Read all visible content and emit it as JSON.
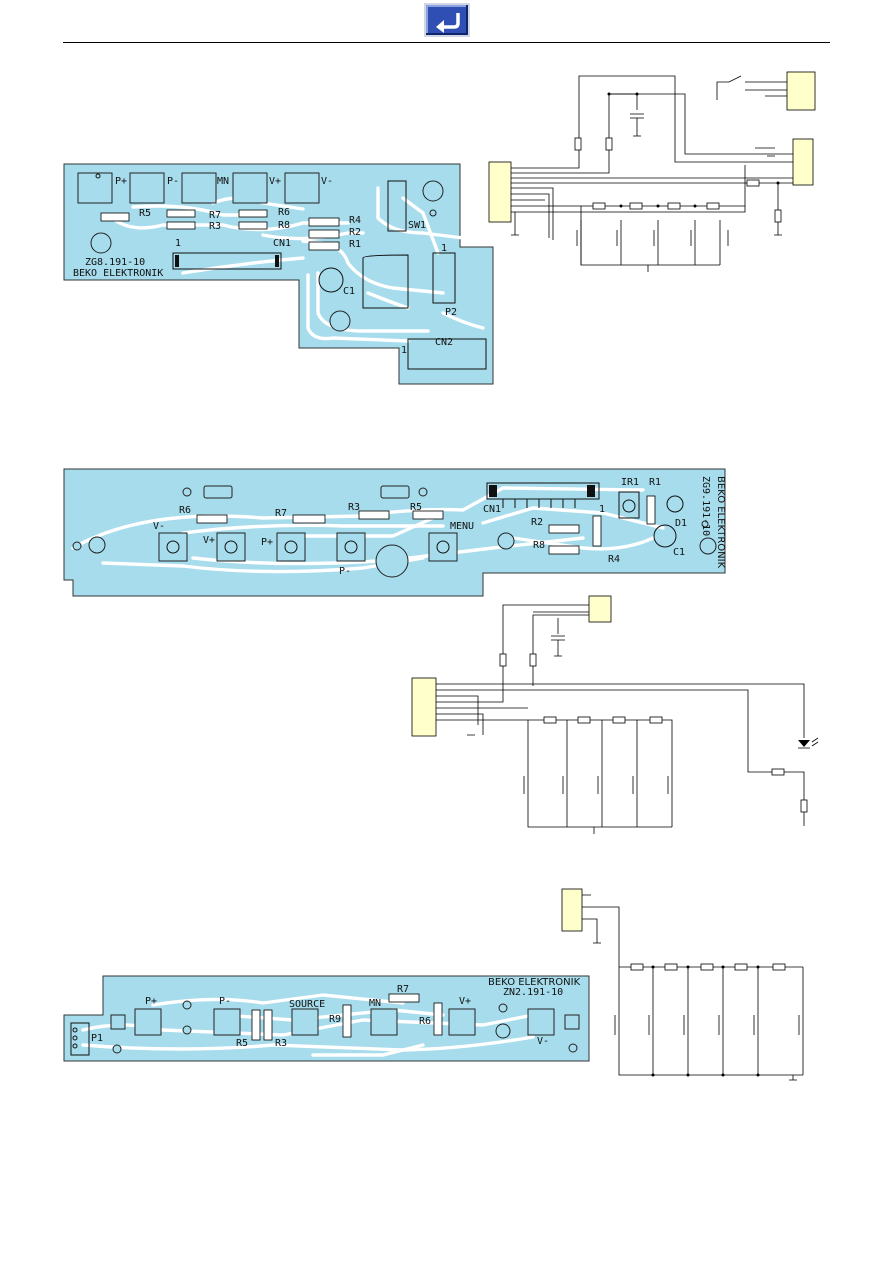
{
  "toolbar": {
    "back_icon": "return-arrow-icon",
    "back_color": "#2f4fb5"
  },
  "board1": {
    "id_line1": "ZG8.191-10",
    "id_line2": "BEKO ELEKTRONIK",
    "buttons": [
      "P+",
      "P-",
      "MN",
      "V+",
      "V-"
    ],
    "resistors": [
      "R5",
      "R7",
      "R3",
      "R6",
      "R8",
      "R4",
      "R2",
      "R1"
    ],
    "switch": "SW1",
    "capacitor": "C1",
    "connectors": [
      "CN1",
      "P2",
      "CN2"
    ],
    "pin1": "1"
  },
  "board2": {
    "id_line1": "BEKO ELEKTRONIK",
    "id_line2": "ZG9.191-10",
    "buttons": [
      "V-",
      "V+",
      "P+",
      "P-",
      "MENU"
    ],
    "resistors": [
      "R6",
      "R7",
      "R3",
      "R5",
      "R1",
      "R2",
      "R8",
      "R4"
    ],
    "ir": "IR1",
    "diode": "D1",
    "capacitor": "C1",
    "connector": "CN1",
    "pin1": "1"
  },
  "board3": {
    "id_line1": "BEKO ELEKTRONIK",
    "id_line2": "ZN2.191-10",
    "buttons": [
      "P+",
      "P-",
      "SOURCE",
      "MN",
      "V+",
      "V-"
    ],
    "resistors": [
      "R5",
      "R3",
      "R9",
      "R7",
      "R6"
    ],
    "connector": "P1"
  },
  "colors": {
    "pcb": "#a6dcec",
    "connector": "#ffffcc",
    "trace": "#ffffff"
  }
}
